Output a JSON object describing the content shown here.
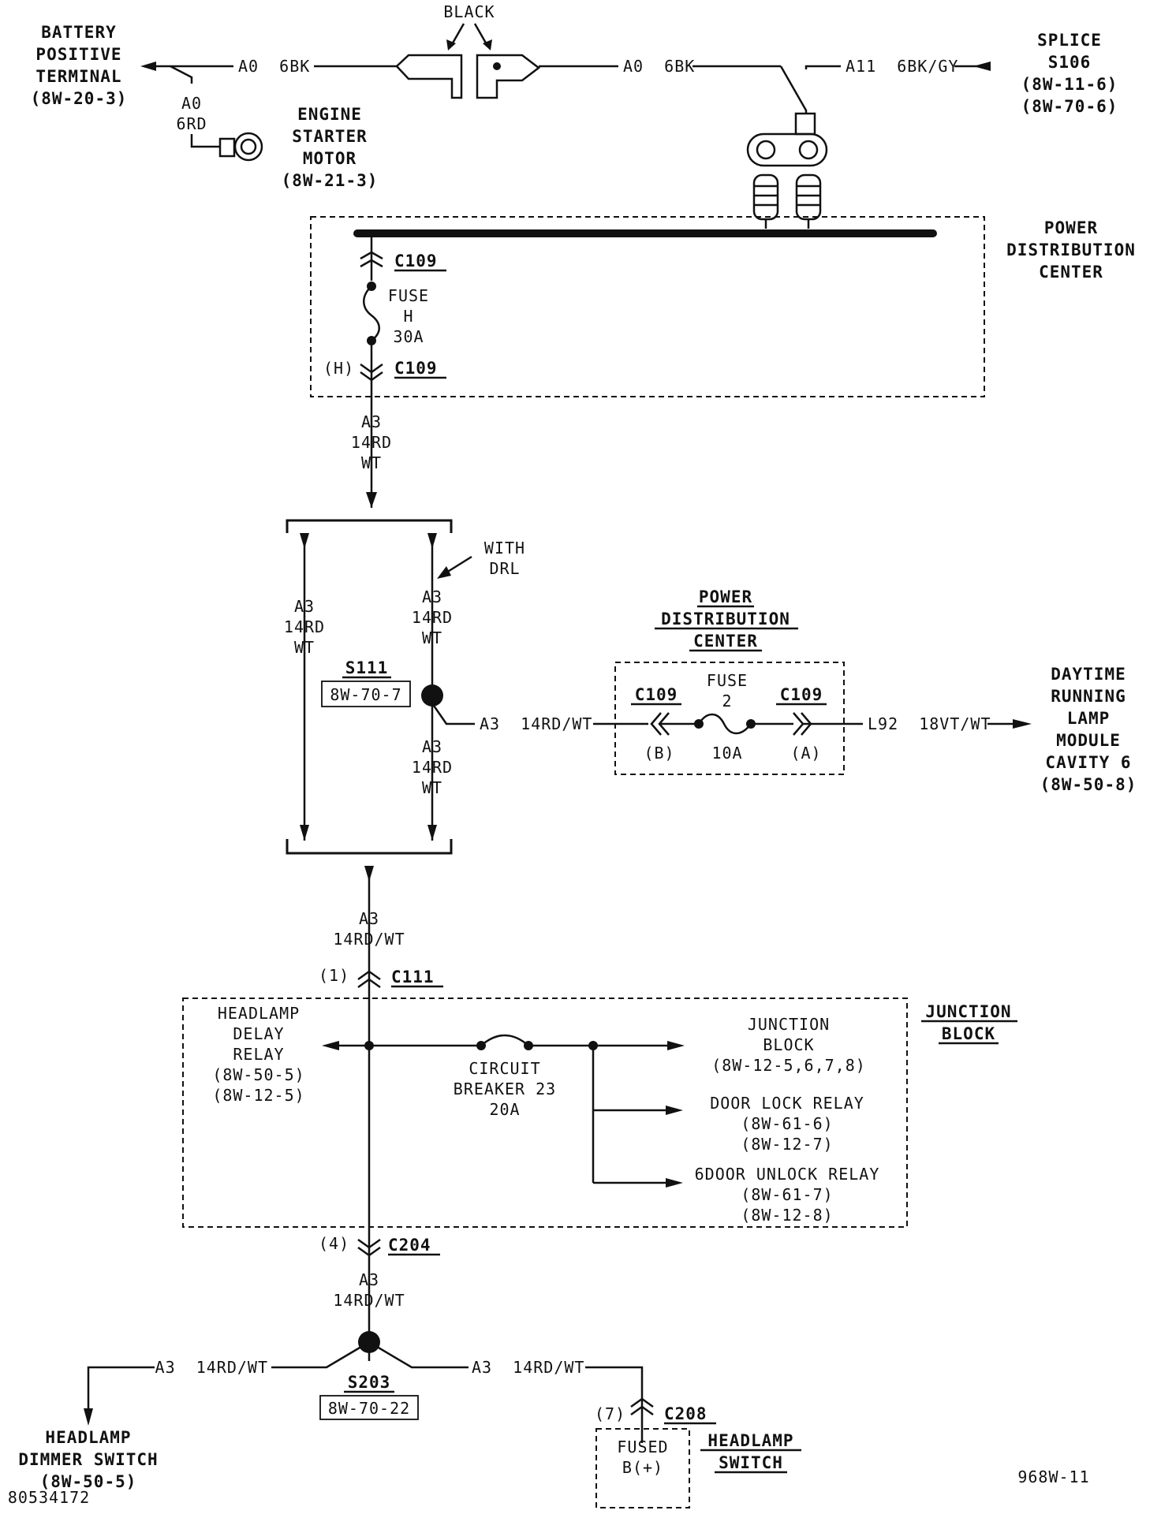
{
  "diagram": {
    "battery": {
      "line1": "BATTERY",
      "line2": "POSITIVE",
      "line3": "TERMINAL",
      "ref": "(8W-20-3)"
    },
    "starter": {
      "line1": "ENGINE",
      "line2": "STARTER",
      "line3": "MOTOR",
      "ref": "(8W-21-3)"
    },
    "splice_s106": {
      "line1": "SPLICE",
      "line2": "S106",
      "ref1": "(8W-11-6)",
      "ref2": "(8W-70-6)"
    },
    "black_label": "BLACK",
    "wire_a0_left": "A0  6BK",
    "wire_a0_right": "A0  6BK",
    "wire_a11": "A11  6BK/GY",
    "wire_a0_6rd": {
      "line1": "A0",
      "line2": "6RD"
    },
    "pdc_top": {
      "line1": "POWER",
      "line2": "DISTRIBUTION",
      "line3": "CENTER"
    },
    "c109": "C109",
    "c109_bottom": "C109",
    "fuse_h": {
      "line1": "FUSE",
      "line2": "H",
      "line3": "30A"
    },
    "pin_h": "(H)",
    "a3_top": {
      "line1": "A3",
      "line2": "14RD",
      "line3": "WT"
    },
    "a3_left": {
      "line1": "A3",
      "line2": "14RD",
      "line3": "WT"
    },
    "with_drl": {
      "line1": "WITH",
      "line2": "DRL"
    },
    "a3_drl_upper": {
      "line1": "A3",
      "line2": "14RD",
      "line3": "WT"
    },
    "a3_drl_lower": {
      "line1": "A3",
      "line2": "14RD",
      "line3": "WT"
    },
    "s111": {
      "label": "S111",
      "ref": "8W-70-7"
    },
    "wire_a3_horiz": "A3  14RD/WT",
    "pdc_mid": {
      "line1": "POWER",
      "line2": "DISTRIBUTION",
      "line3": "CENTER"
    },
    "fuse2": {
      "line1": "FUSE",
      "line2": "2",
      "amp": "10A",
      "c109_left": "C109",
      "c109_right": "C109",
      "pin_b": "(B)",
      "pin_a": "(A)"
    },
    "wire_l92": "L92  18VT/WT",
    "drl_module": {
      "line1": "DAYTIME",
      "line2": "RUNNING",
      "line3": "LAMP",
      "line4": "MODULE",
      "line5": "CAVITY 6",
      "ref": "(8W-50-8)"
    },
    "a3_mid": {
      "line1": "A3",
      "line2": "14RD/WT"
    },
    "pin_1": "(1)",
    "c111": "C111",
    "junction_block_title": {
      "line1": "JUNCTION",
      "line2": "BLOCK"
    },
    "headlamp_delay": {
      "line1": "HEADLAMP",
      "line2": "DELAY",
      "line3": "RELAY",
      "ref1": "(8W-50-5)",
      "ref2": "(8W-12-5)"
    },
    "circuit_breaker": {
      "line1": "CIRCUIT",
      "line2": "BREAKER 23",
      "line3": "20A"
    },
    "junction_block_dest": {
      "line1": "JUNCTION",
      "line2": "BLOCK",
      "ref": "(8W-12-5,6,7,8)"
    },
    "door_lock": {
      "line1": "DOOR LOCK RELAY",
      "ref1": "(8W-61-6)",
      "ref2": "(8W-12-7)"
    },
    "door_unlock": {
      "line1": "6DOOR UNLOCK RELAY",
      "ref1": "(8W-61-7)",
      "ref2": "(8W-12-8)"
    },
    "pin_4": "(4)",
    "c204": "C204",
    "a3_lower": {
      "line1": "A3",
      "line2": "14RD/WT"
    },
    "s203": {
      "label": "S203",
      "ref": "8W-70-22"
    },
    "wire_a3_left_bottom": "A3  14RD/WT",
    "wire_a3_right_bottom": "A3  14RD/WT",
    "dimmer": {
      "line1": "HEADLAMP",
      "line2": "DIMMER SWITCH",
      "ref": "(8W-50-5)"
    },
    "pin_7": "(7)",
    "c208": "C208",
    "fused_b": {
      "line1": "FUSED",
      "line2": "B(+)"
    },
    "headlamp_switch": {
      "line1": "HEADLAMP",
      "line2": "SWITCH"
    },
    "code_right": "968W-11",
    "code_left": "80534172"
  }
}
